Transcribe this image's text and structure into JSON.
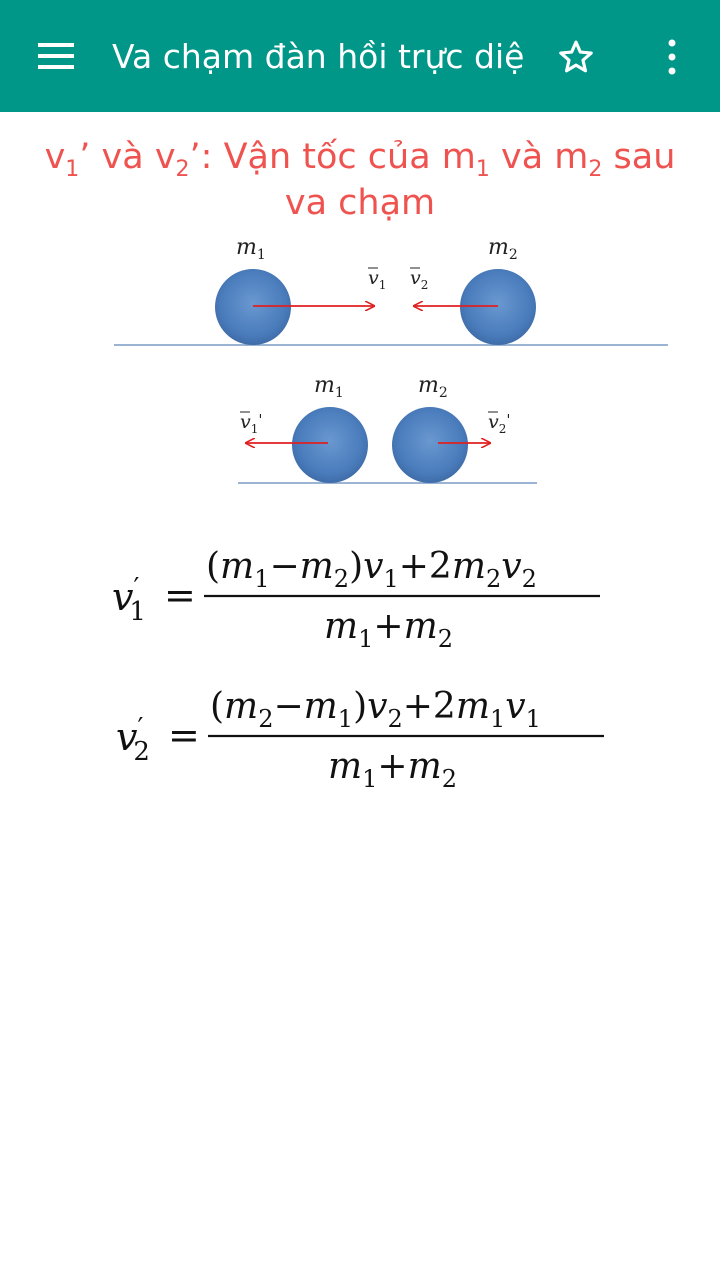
{
  "app_bar": {
    "title": "Va chạm đàn hồi trực diện",
    "menu_icon": "hamburger-menu-icon",
    "favorite_icon": "star-outline-icon",
    "more_icon": "more-vert-icon",
    "color": "#009688"
  },
  "content": {
    "heading": {
      "v": "v",
      "sub1": "1",
      "mid1": "’ và v",
      "sub2": "2",
      "mid2": "’: Vận tốc của m",
      "sub3": "1",
      "mid3": " và m",
      "sub4": "2",
      "end": " sau va chạm",
      "color": "#ef5350"
    },
    "diagram": {
      "top": {
        "label_m1": "m",
        "label_m1_sub": "1",
        "label_m2": "m",
        "label_m2_sub": "2",
        "label_v1": "v",
        "label_v1_sub": "1",
        "label_v2": "v",
        "label_v2_sub": "2"
      },
      "bottom": {
        "label_m1": "m",
        "label_m1_sub": "1",
        "label_m2": "m",
        "label_m2_sub": "2",
        "label_v1": "v",
        "label_v1_sub": "1",
        "label_v1_prime": "'",
        "label_v2": "v",
        "label_v2_sub": "2",
        "label_v2_prime": "'"
      },
      "ball_color": "#4f81bd",
      "arrow_color": "#e02020"
    },
    "formula1": {
      "lhs_var": "v",
      "lhs_sub": "1",
      "lhs_prime": "′",
      "equals": "=",
      "num_open": "(",
      "num_m_a": "m",
      "num_m_a_sub": "1",
      "num_minus": "−",
      "num_m_b": "m",
      "num_m_b_sub": "2",
      "num_close": ")",
      "num_v_a": "v",
      "num_v_a_sub": "1",
      "num_plus": "+",
      "num_coef": "2",
      "num_m_c": "m",
      "num_m_c_sub": "2",
      "num_v_b": "v",
      "num_v_b_sub": "2",
      "den_m_a": "m",
      "den_m_a_sub": "1",
      "den_plus": "+",
      "den_m_b": "m",
      "den_m_b_sub": "2"
    },
    "formula2": {
      "lhs_var": "v",
      "lhs_sub": "2",
      "lhs_prime": "′",
      "equals": "=",
      "num_open": "(",
      "num_m_a": "m",
      "num_m_a_sub": "2",
      "num_minus": "−",
      "num_m_b": "m",
      "num_m_b_sub": "1",
      "num_close": ")",
      "num_v_a": "v",
      "num_v_a_sub": "2",
      "num_plus": "+",
      "num_coef": "2",
      "num_m_c": "m",
      "num_m_c_sub": "1",
      "num_v_b": "v",
      "num_v_b_sub": "1",
      "den_m_a": "m",
      "den_m_a_sub": "1",
      "den_plus": "+",
      "den_m_b": "m",
      "den_m_b_sub": "2"
    }
  }
}
